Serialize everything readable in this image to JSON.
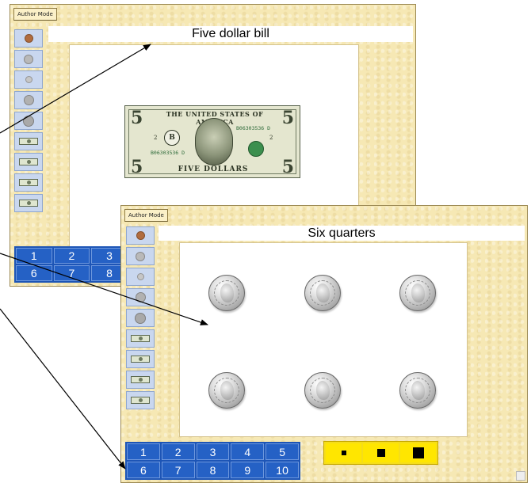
{
  "windows": {
    "back": {
      "author_button": "Author Mode",
      "title": "Five dollar bill",
      "numpad": [
        "1",
        "2",
        "3",
        "6",
        "7",
        "8"
      ]
    },
    "front": {
      "author_button": "Author Mode",
      "title": "Six quarters",
      "numpad": [
        "1",
        "2",
        "3",
        "4",
        "5",
        "6",
        "7",
        "8",
        "9",
        "10"
      ],
      "size_buttons": [
        "small-square-icon",
        "medium-square-icon",
        "large-square-icon"
      ]
    }
  },
  "palette_items": [
    "penny-icon",
    "nickel-icon",
    "dime-icon",
    "quarter-icon",
    "half-dollar-icon",
    "one-dollar-bill-icon",
    "five-dollar-bill-icon",
    "ten-dollar-bill-icon",
    "twenty-dollar-bill-icon"
  ],
  "bill": {
    "top_text": "THE UNITED STATES OF AMERICA",
    "bottom_text": "FIVE DOLLARS",
    "serial": "B06303536 D",
    "seal_letter": "B",
    "denomination": "5",
    "small_number": "2"
  },
  "colors": {
    "window_bg": "#f6e8b4",
    "numpad_blue": "#1d55b6",
    "size_yellow": "#ffe600",
    "palette_tile": "#c9d7ef"
  }
}
